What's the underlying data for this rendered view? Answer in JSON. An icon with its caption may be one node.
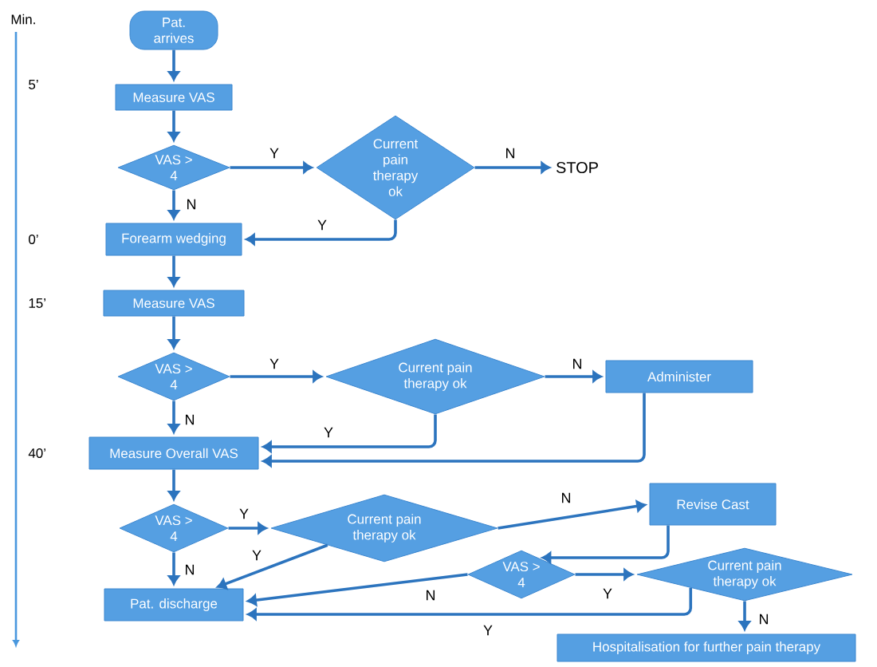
{
  "diagram": {
    "nodes": [
      {
        "text": [
          "Pat. arrives"
        ]
      },
      {
        "text": [
          "Measure VAS"
        ]
      },
      {
        "text": [
          "VAS > 4"
        ]
      },
      {
        "text": [
          "Current pain therapy ok"
        ]
      },
      {
        "text": [
          "STOP"
        ]
      },
      {
        "text": [
          "Forearm wedging"
        ]
      },
      {
        "text": [
          "Measure VAS"
        ]
      },
      {
        "text": [
          "VAS > 4"
        ]
      },
      {
        "text": [
          "Current pain therapy ok"
        ]
      },
      {
        "text": [
          "Administer"
        ]
      },
      {
        "text": [
          "Measure Overall VAS"
        ]
      },
      {
        "text": [
          "VAS > 4"
        ]
      },
      {
        "text": [
          "Current pain therapy ok"
        ]
      },
      {
        "text": [
          "Revise Cast"
        ]
      },
      {
        "text": [
          "VAS > 4"
        ]
      },
      {
        "text": [
          "Current pain therapy ok"
        ]
      },
      {
        "text": [
          "Pat. discharge"
        ]
      },
      {
        "text": [
          "Hospitalisation for further pain therapy"
        ]
      }
    ],
    "edges": [
      {
        "from": 0,
        "to": 1,
        "arrow": "to"
      },
      {
        "from": 1,
        "to": 2,
        "arrow": "to"
      },
      {
        "from": 2,
        "to": 3,
        "arrow": "to",
        "label": "Y"
      },
      {
        "from": 3,
        "to": 4,
        "arrow": "to",
        "label": "N"
      },
      {
        "from": 2,
        "to": 5,
        "arrow": "to",
        "label": "N"
      },
      {
        "from": 3,
        "to": 5,
        "arrow": "to",
        "label": "Y"
      },
      {
        "from": 5,
        "to": 6,
        "arrow": "to"
      },
      {
        "from": 6,
        "to": 7,
        "arrow": "to"
      },
      {
        "from": 7,
        "to": 8,
        "arrow": "to",
        "label": "Y"
      },
      {
        "from": 8,
        "to": 9,
        "arrow": "to",
        "label": "N"
      },
      {
        "from": 7,
        "to": 10,
        "arrow": "to",
        "label": "N"
      },
      {
        "from": 8,
        "to": 10,
        "arrow": "to",
        "label": "Y"
      },
      {
        "from": 9,
        "to": 10,
        "arrow": "to"
      },
      {
        "from": 10,
        "to": 11,
        "arrow": "to"
      },
      {
        "from": 11,
        "to": 12,
        "arrow": "to",
        "label": "Y"
      },
      {
        "from": 12,
        "to": 13,
        "arrow": "to",
        "label": "N"
      },
      {
        "from": 11,
        "to": 16,
        "arrow": "to",
        "label": "N"
      },
      {
        "from": 12,
        "to": 16,
        "arrow": "to",
        "label": "Y"
      },
      {
        "from": 13,
        "to": 14,
        "arrow": "to"
      },
      {
        "from": 14,
        "to": 16,
        "arrow": "to",
        "label": "N"
      },
      {
        "from": 14,
        "to": 15,
        "arrow": "to",
        "label": "Y"
      },
      {
        "from": 15,
        "to": 16,
        "arrow": "to",
        "label": "Y"
      },
      {
        "from": 15,
        "to": 17,
        "arrow": "to",
        "label": "N"
      }
    ],
    "labels": [
      "Min.",
      "5’",
      "0’",
      "15’",
      "40’"
    ]
  }
}
